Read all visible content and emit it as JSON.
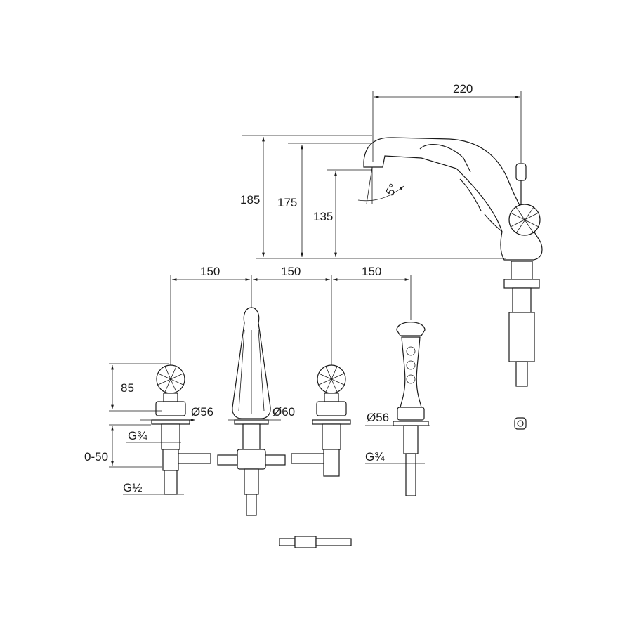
{
  "dimensions": {
    "spout_reach": "220",
    "height_total": "185",
    "height_spout": "175",
    "height_outlet": "135",
    "spout_angle": "5°",
    "spacing_1": "150",
    "spacing_2": "150",
    "spacing_3": "150",
    "handle_height": "85",
    "valve_diameter": "Ø56",
    "spout_diameter": "Ø60",
    "shower_diameter": "Ø56",
    "valve_thread": "G¾",
    "deck_thickness": "0-50",
    "inlet_thread": "G½",
    "shower_thread": "G¾"
  }
}
